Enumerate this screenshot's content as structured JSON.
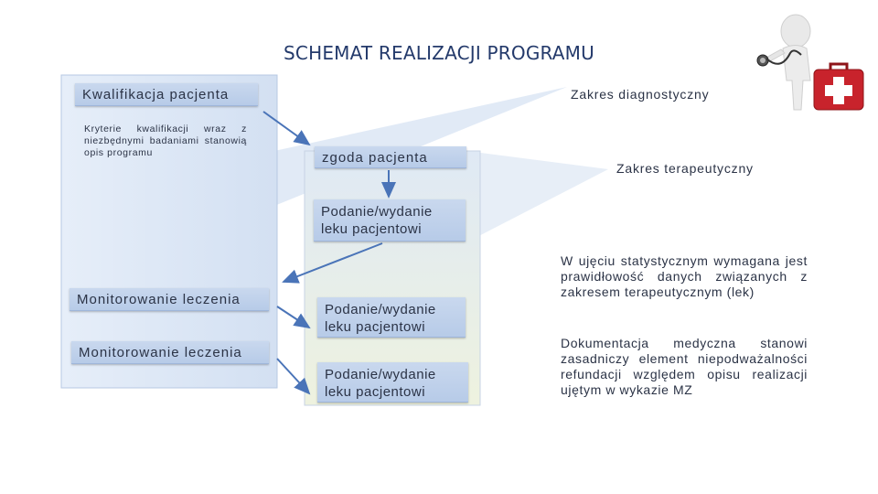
{
  "title": "SCHEMAT REALIZACJI PROGRAMU",
  "left_panel": {
    "qualification": "Kwalifikacja pacjenta",
    "criteria": "Kryterie kwalifikacji wraz z niezbędnymi badaniami stanowią opis programu",
    "monitoring_1": "Monitorowanie leczenia",
    "monitoring_2": "Monitorowanie leczenia"
  },
  "middle_panel": {
    "consent": "zgoda pacjenta",
    "dispense_1": "Podanie/wydanie leku pacjentowi",
    "dispense_2": "Podanie/wydanie leku pacjentowi",
    "dispense_3": "Podanie/wydanie leku pacjentowi"
  },
  "right_panel": {
    "diagnostic_scope": "Zakres diagnostyczny",
    "therapeutic_scope": "Zakres terapeutyczny",
    "statistical_note": "W ujęciu statystycznym wymagana jest prawidłowość danych związanych z zakresem terapeutycznym (lek)",
    "documentation_note": "Dokumentacja medyczna stanowi zasadniczy element niepodważalności refundacji względem opisu realizacji ujętym w wykazie MZ"
  },
  "illustration": "doctor-figure-with-first-aid-kit",
  "colors": {
    "panel_fill": "#dce7f5",
    "box_fill": "#bfd1ec",
    "arrow": "#4a74b8",
    "middle_panel_fill": "#e8efd9",
    "kit_red": "#c8232c"
  }
}
